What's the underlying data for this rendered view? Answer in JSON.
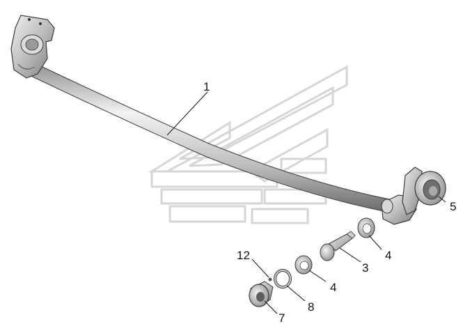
{
  "diagram": {
    "callouts": [
      {
        "id": "c1",
        "label": "1"
      },
      {
        "id": "c5",
        "label": "5"
      },
      {
        "id": "c4a",
        "label": "4"
      },
      {
        "id": "c3",
        "label": "3"
      },
      {
        "id": "c4b",
        "label": "4"
      },
      {
        "id": "c12",
        "label": "12"
      },
      {
        "id": "c8",
        "label": "8"
      },
      {
        "id": "c7",
        "label": "7"
      }
    ]
  },
  "colors": {
    "metal_light": "#e4e4e4",
    "metal_mid": "#b9b9b9",
    "metal_dark": "#6f6f6f",
    "outline": "#3a3a3a",
    "watermark": "#d6d6d6",
    "text": "#111111"
  }
}
